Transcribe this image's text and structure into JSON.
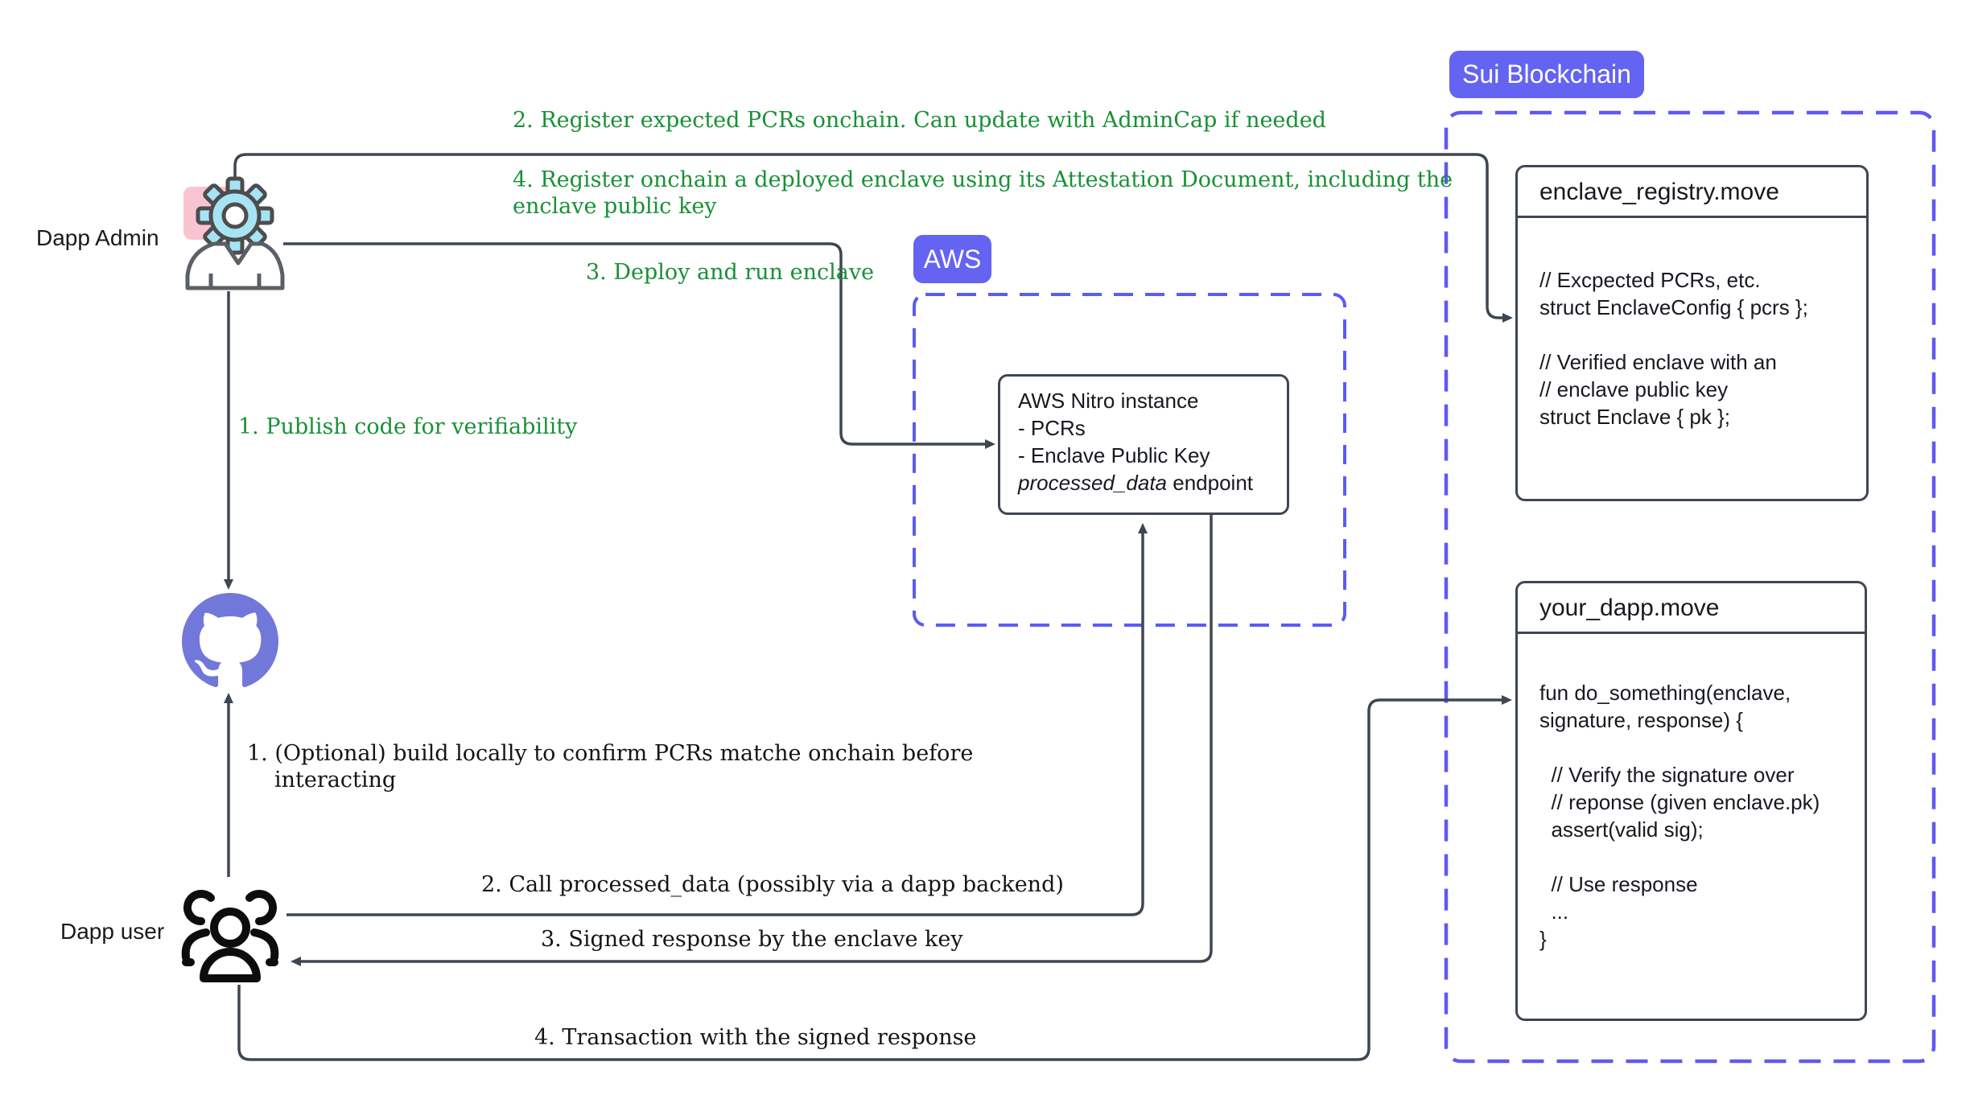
{
  "actors": {
    "admin_label": "Dapp Admin",
    "user_label": "Dapp user"
  },
  "badges": {
    "sui": "Sui Blockchain",
    "aws": "AWS"
  },
  "nitro": {
    "title": "AWS Nitro instance",
    "bullet_pcrs": "- PCRs",
    "bullet_key": "- Enclave Public Key",
    "endpoint_italic": "processed_data",
    "endpoint_rest": " endpoint"
  },
  "registry": {
    "title": "enclave_registry.move",
    "lines": [
      "// Excpected PCRs, etc.",
      "struct EnclaveConfig { pcrs };",
      "",
      "// Verified enclave with an",
      "// enclave public key",
      "struct Enclave { pk };"
    ]
  },
  "dapp": {
    "title": "your_dapp.move",
    "lines": [
      "fun do_something(enclave,",
      "signature, response) {",
      "",
      "  // Verify the signature over",
      "  // reponse (given enclave.pk)",
      "  assert(valid sig);",
      "",
      "  // Use response",
      "  ...",
      "}"
    ]
  },
  "admin_steps": {
    "publish": "1. Publish code for verifiability",
    "register_pcrs": "2. Register expected PCRs onchain. Can update with AdminCap if needed",
    "deploy": "3. Deploy and run enclave",
    "register_enclave_l1": "4. Register onchain a deployed enclave using its Attestation Document, including the",
    "register_enclave_l2": "enclave public key"
  },
  "user_steps": {
    "build_l1": "1. (Optional) build locally to confirm PCRs matche onchain before",
    "build_l2": "interacting",
    "call": "2. Call processed_data (possibly via a dapp backend)",
    "signed": "3. Signed response by the enclave key",
    "tx": "4. Transaction with the signed response"
  },
  "colors": {
    "connector": "#3e4653",
    "green_text": "#189136",
    "badge_purple": "#6563f1",
    "aws_dash": "#5a5cf2",
    "sui_dash": "#6159f1",
    "github_purple": "#7278d9",
    "gear_fill": "#a6e4f4",
    "pink_square": "#f9c4d1"
  }
}
